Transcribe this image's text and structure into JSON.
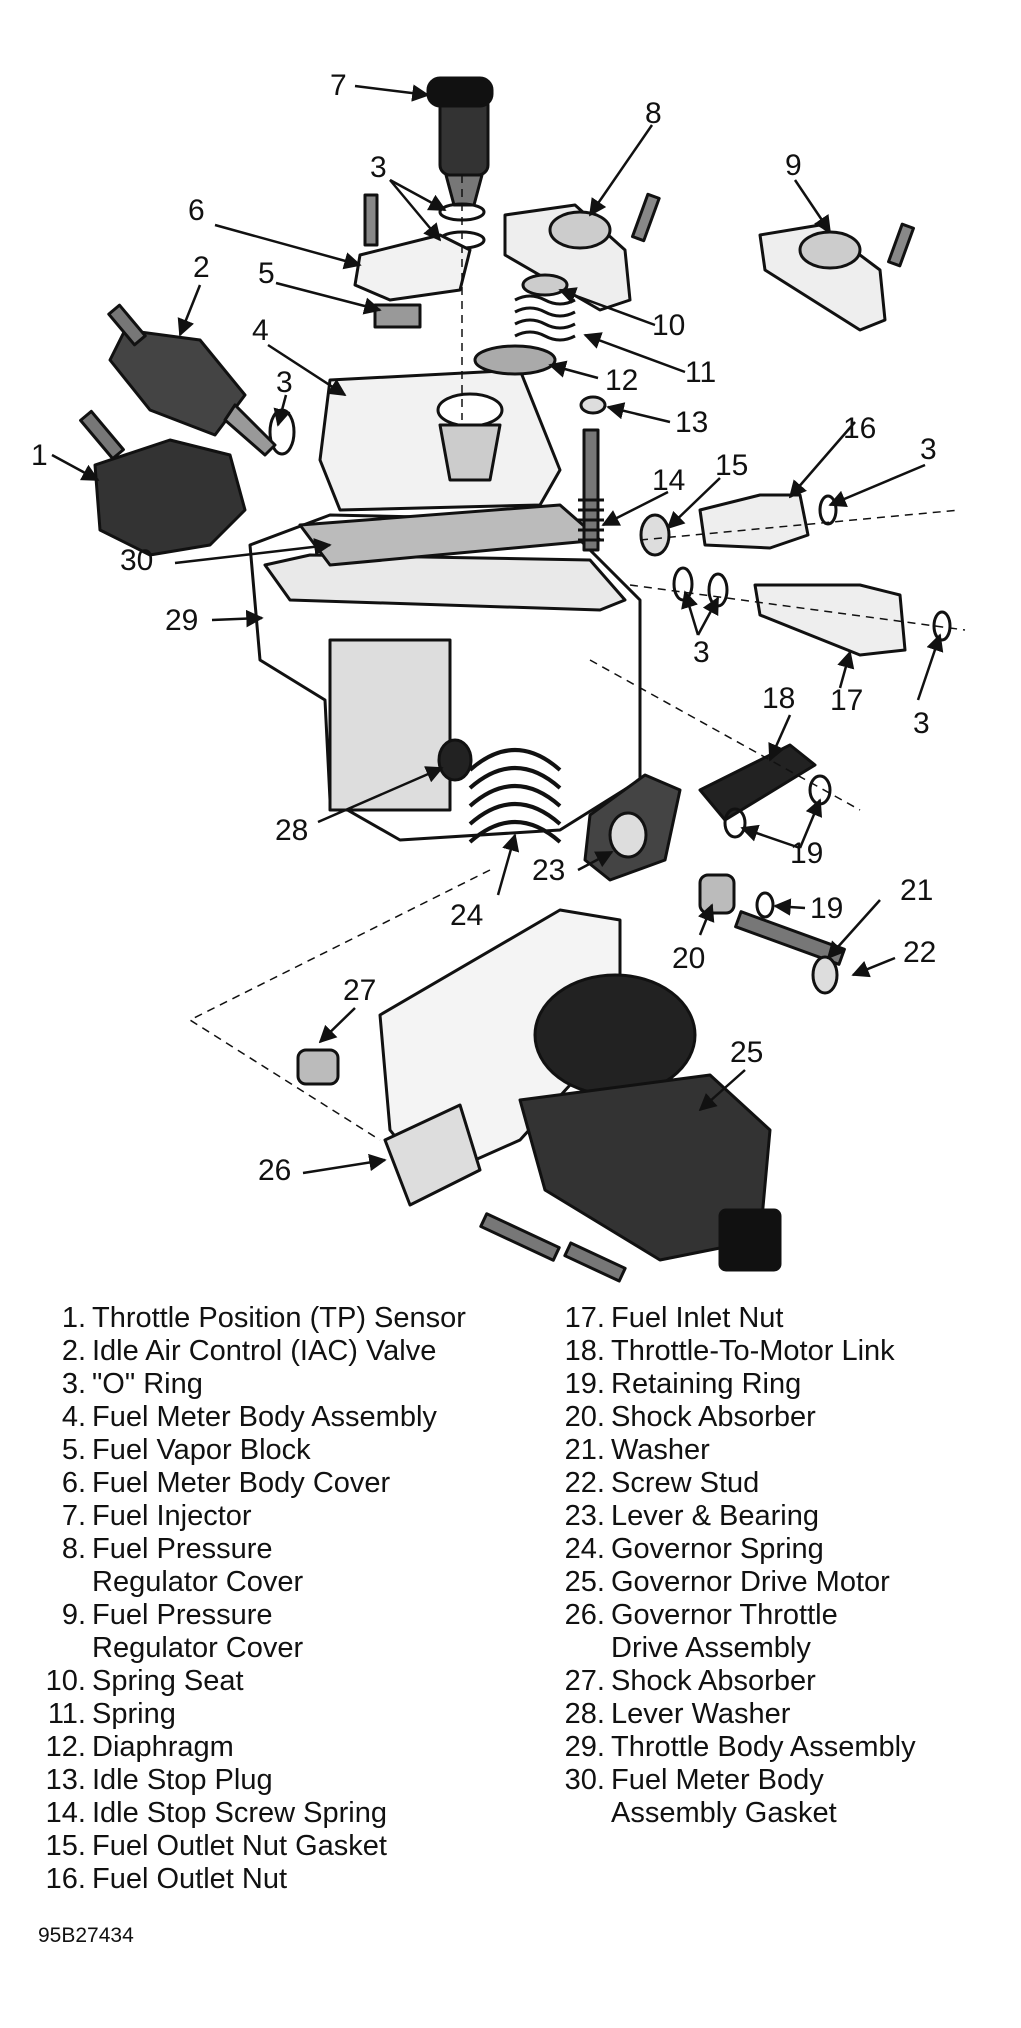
{
  "callouts": [
    "1",
    "2",
    "3",
    "4",
    "5",
    "6",
    "7",
    "8",
    "9",
    "10",
    "11",
    "12",
    "13",
    "14",
    "15",
    "16",
    "17",
    "18",
    "19",
    "20",
    "21",
    "22",
    "23",
    "24",
    "25",
    "26",
    "27",
    "28",
    "29",
    "30"
  ],
  "legend_left": [
    {
      "num": "1.",
      "text": "Throttle Position (TP) Sensor"
    },
    {
      "num": "2.",
      "text": "Idle Air Control (IAC) Valve"
    },
    {
      "num": "3.",
      "text": "\"O\" Ring"
    },
    {
      "num": "4.",
      "text": "Fuel Meter Body Assembly"
    },
    {
      "num": "5.",
      "text": "Fuel Vapor Block"
    },
    {
      "num": "6.",
      "text": "Fuel Meter Body Cover"
    },
    {
      "num": "7.",
      "text": "Fuel Injector"
    },
    {
      "num": "8.",
      "text": "Fuel Pressure"
    },
    {
      "num": "",
      "text": "Regulator Cover"
    },
    {
      "num": "9.",
      "text": "Fuel Pressure"
    },
    {
      "num": "",
      "text": "Regulator Cover"
    },
    {
      "num": "10.",
      "text": "Spring Seat"
    },
    {
      "num": "11.",
      "text": "Spring"
    },
    {
      "num": "12.",
      "text": "Diaphragm"
    },
    {
      "num": "13.",
      "text": "Idle Stop Plug"
    },
    {
      "num": "14.",
      "text": "Idle Stop Screw Spring"
    },
    {
      "num": "15.",
      "text": "Fuel Outlet Nut Gasket"
    },
    {
      "num": "16.",
      "text": "Fuel Outlet Nut"
    }
  ],
  "legend_right": [
    {
      "num": "17.",
      "text": "Fuel Inlet Nut"
    },
    {
      "num": "18.",
      "text": "Throttle-To-Motor Link"
    },
    {
      "num": "19.",
      "text": "Retaining Ring"
    },
    {
      "num": "20.",
      "text": "Shock Absorber"
    },
    {
      "num": "21.",
      "text": "Washer"
    },
    {
      "num": "22.",
      "text": "Screw Stud"
    },
    {
      "num": "23.",
      "text": "Lever & Bearing"
    },
    {
      "num": "24.",
      "text": "Governor Spring"
    },
    {
      "num": "25.",
      "text": "Governor Drive Motor"
    },
    {
      "num": "26.",
      "text": "Governor Throttle"
    },
    {
      "num": "",
      "text": "Drive Assembly"
    },
    {
      "num": "27.",
      "text": "Shock Absorber"
    },
    {
      "num": "28.",
      "text": "Lever Washer"
    },
    {
      "num": "29.",
      "text": "Throttle Body Assembly"
    },
    {
      "num": "30.",
      "text": "Fuel Meter Body"
    },
    {
      "num": "",
      "text": "Assembly Gasket"
    }
  ],
  "figure_id": "95B27434"
}
